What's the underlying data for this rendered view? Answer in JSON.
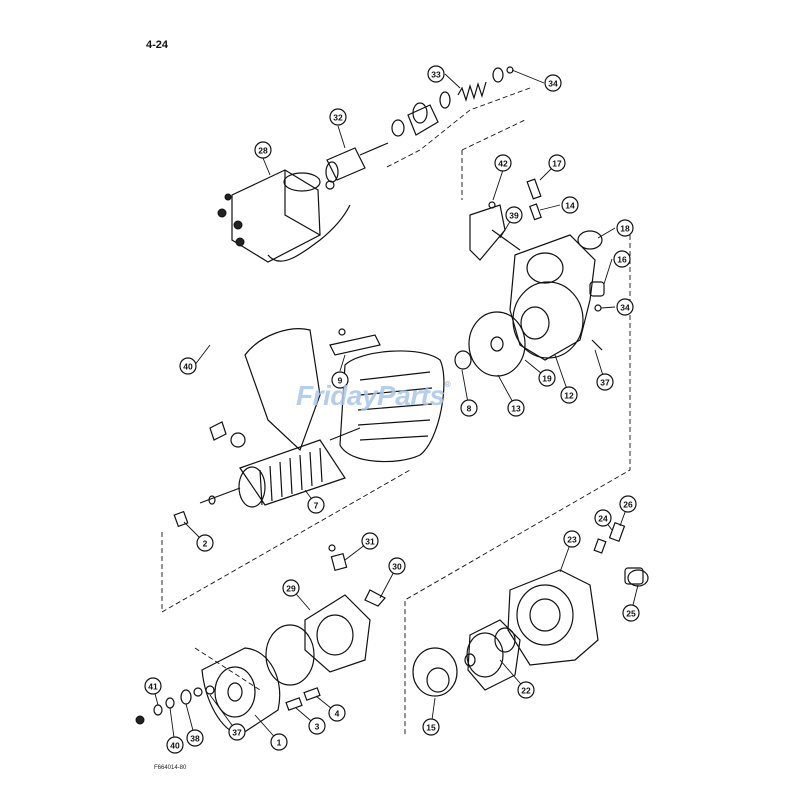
{
  "page_number": "4-24",
  "figure_id": "F664014-80",
  "watermark": {
    "text": "FridayParts",
    "mark": "®"
  },
  "callouts": [
    {
      "id": "c28",
      "label": "28"
    },
    {
      "id": "c32",
      "label": "32"
    },
    {
      "id": "c33",
      "label": "33"
    },
    {
      "id": "c34a",
      "label": "34"
    },
    {
      "id": "c42",
      "label": "42"
    },
    {
      "id": "c17",
      "label": "17"
    },
    {
      "id": "c39",
      "label": "39"
    },
    {
      "id": "c14",
      "label": "14"
    },
    {
      "id": "c18",
      "label": "18"
    },
    {
      "id": "c16",
      "label": "16"
    },
    {
      "id": "c34b",
      "label": "34"
    },
    {
      "id": "c40a",
      "label": "40"
    },
    {
      "id": "c9",
      "label": "9"
    },
    {
      "id": "c8",
      "label": "8"
    },
    {
      "id": "c13",
      "label": "13"
    },
    {
      "id": "c19",
      "label": "19"
    },
    {
      "id": "c12",
      "label": "12"
    },
    {
      "id": "c37a",
      "label": "37"
    },
    {
      "id": "c7",
      "label": "7"
    },
    {
      "id": "c2",
      "label": "2"
    },
    {
      "id": "c31",
      "label": "31"
    },
    {
      "id": "c30",
      "label": "30"
    },
    {
      "id": "c29",
      "label": "29"
    },
    {
      "id": "c24",
      "label": "24"
    },
    {
      "id": "c26",
      "label": "26"
    },
    {
      "id": "c23",
      "label": "23"
    },
    {
      "id": "c25",
      "label": "25"
    },
    {
      "id": "c22",
      "label": "22"
    },
    {
      "id": "c15",
      "label": "15"
    },
    {
      "id": "c41",
      "label": "41"
    },
    {
      "id": "c40b",
      "label": "40"
    },
    {
      "id": "c38",
      "label": "38"
    },
    {
      "id": "c37b",
      "label": "37"
    },
    {
      "id": "c1",
      "label": "1"
    },
    {
      "id": "c3",
      "label": "3"
    },
    {
      "id": "c4",
      "label": "4"
    }
  ]
}
